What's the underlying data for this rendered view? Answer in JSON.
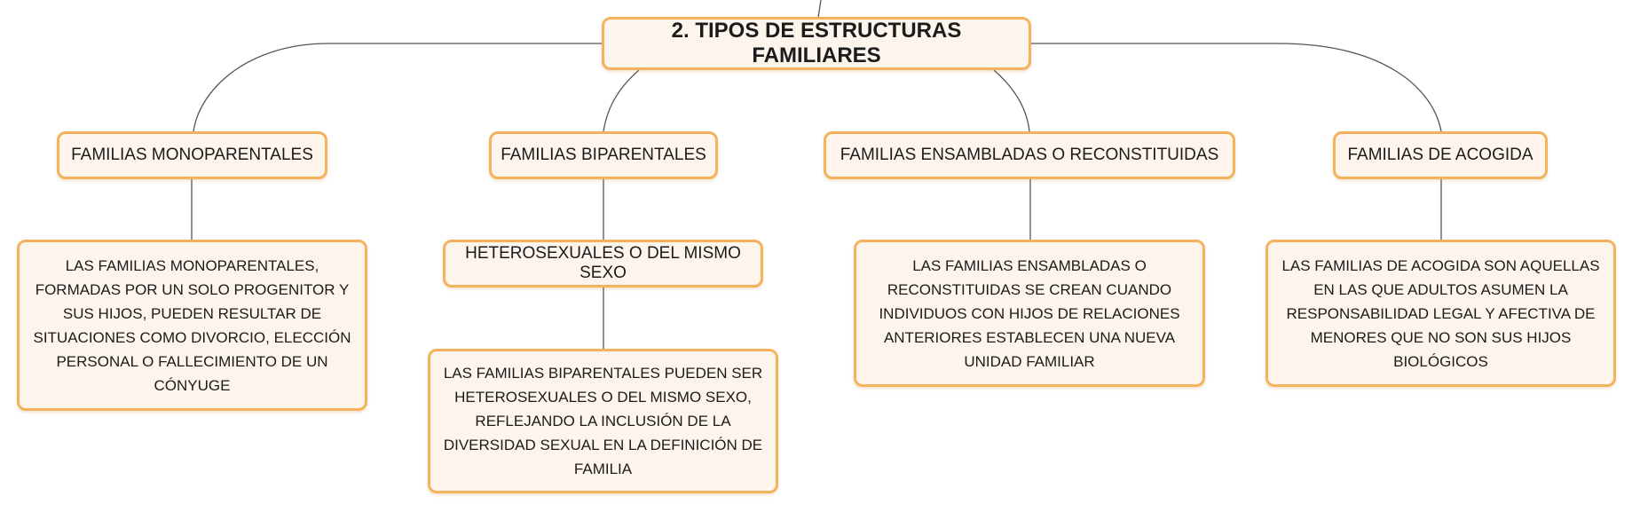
{
  "diagram": {
    "root": {
      "label": "2. TIPOS DE ESTRUCTURAS FAMILIARES"
    },
    "branches": [
      {
        "label": "FAMILIAS MONOPARENTALES",
        "children": [
          {
            "label": "LAS FAMILIAS MONOPARENTALES, FORMADAS POR UN SOLO PROGENITOR Y SUS HIJOS, PUEDEN RESULTAR DE SITUACIONES COMO DIVORCIO, ELECCIÓN PERSONAL O FALLECIMIENTO DE UN CÓNYUGE"
          }
        ]
      },
      {
        "label": "FAMILIAS BIPARENTALES",
        "children": [
          {
            "label": "HETEROSEXUALES O DEL MISMO SEXO",
            "children": [
              {
                "label": "LAS FAMILIAS BIPARENTALES PUEDEN SER HETEROSEXUALES O DEL MISMO SEXO, REFLEJANDO LA INCLUSIÓN DE LA DIVERSIDAD SEXUAL EN LA DEFINICIÓN DE FAMILIA"
              }
            ]
          }
        ]
      },
      {
        "label": "FAMILIAS ENSAMBLADAS O RECONSTITUIDAS",
        "children": [
          {
            "label": "LAS FAMILIAS ENSAMBLADAS O RECONSTITUIDAS SE CREAN CUANDO INDIVIDUOS CON HIJOS DE RELACIONES ANTERIORES ESTABLECEN UNA NUEVA UNIDAD FAMILIAR"
          }
        ]
      },
      {
        "label": "FAMILIAS DE ACOGIDA",
        "children": [
          {
            "label": "LAS FAMILIAS DE ACOGIDA SON AQUELLAS EN LAS QUE ADULTOS ASUMEN LA RESPONSABILIDAD LEGAL Y AFECTIVA DE MENORES QUE NO SON SUS HIJOS BIOLÓGICOS"
          }
        ]
      }
    ]
  },
  "colors": {
    "node_border": "#f5b25c",
    "node_fill": "#fdf5ec",
    "connector": "#555555",
    "text": "#1b1b1b"
  }
}
